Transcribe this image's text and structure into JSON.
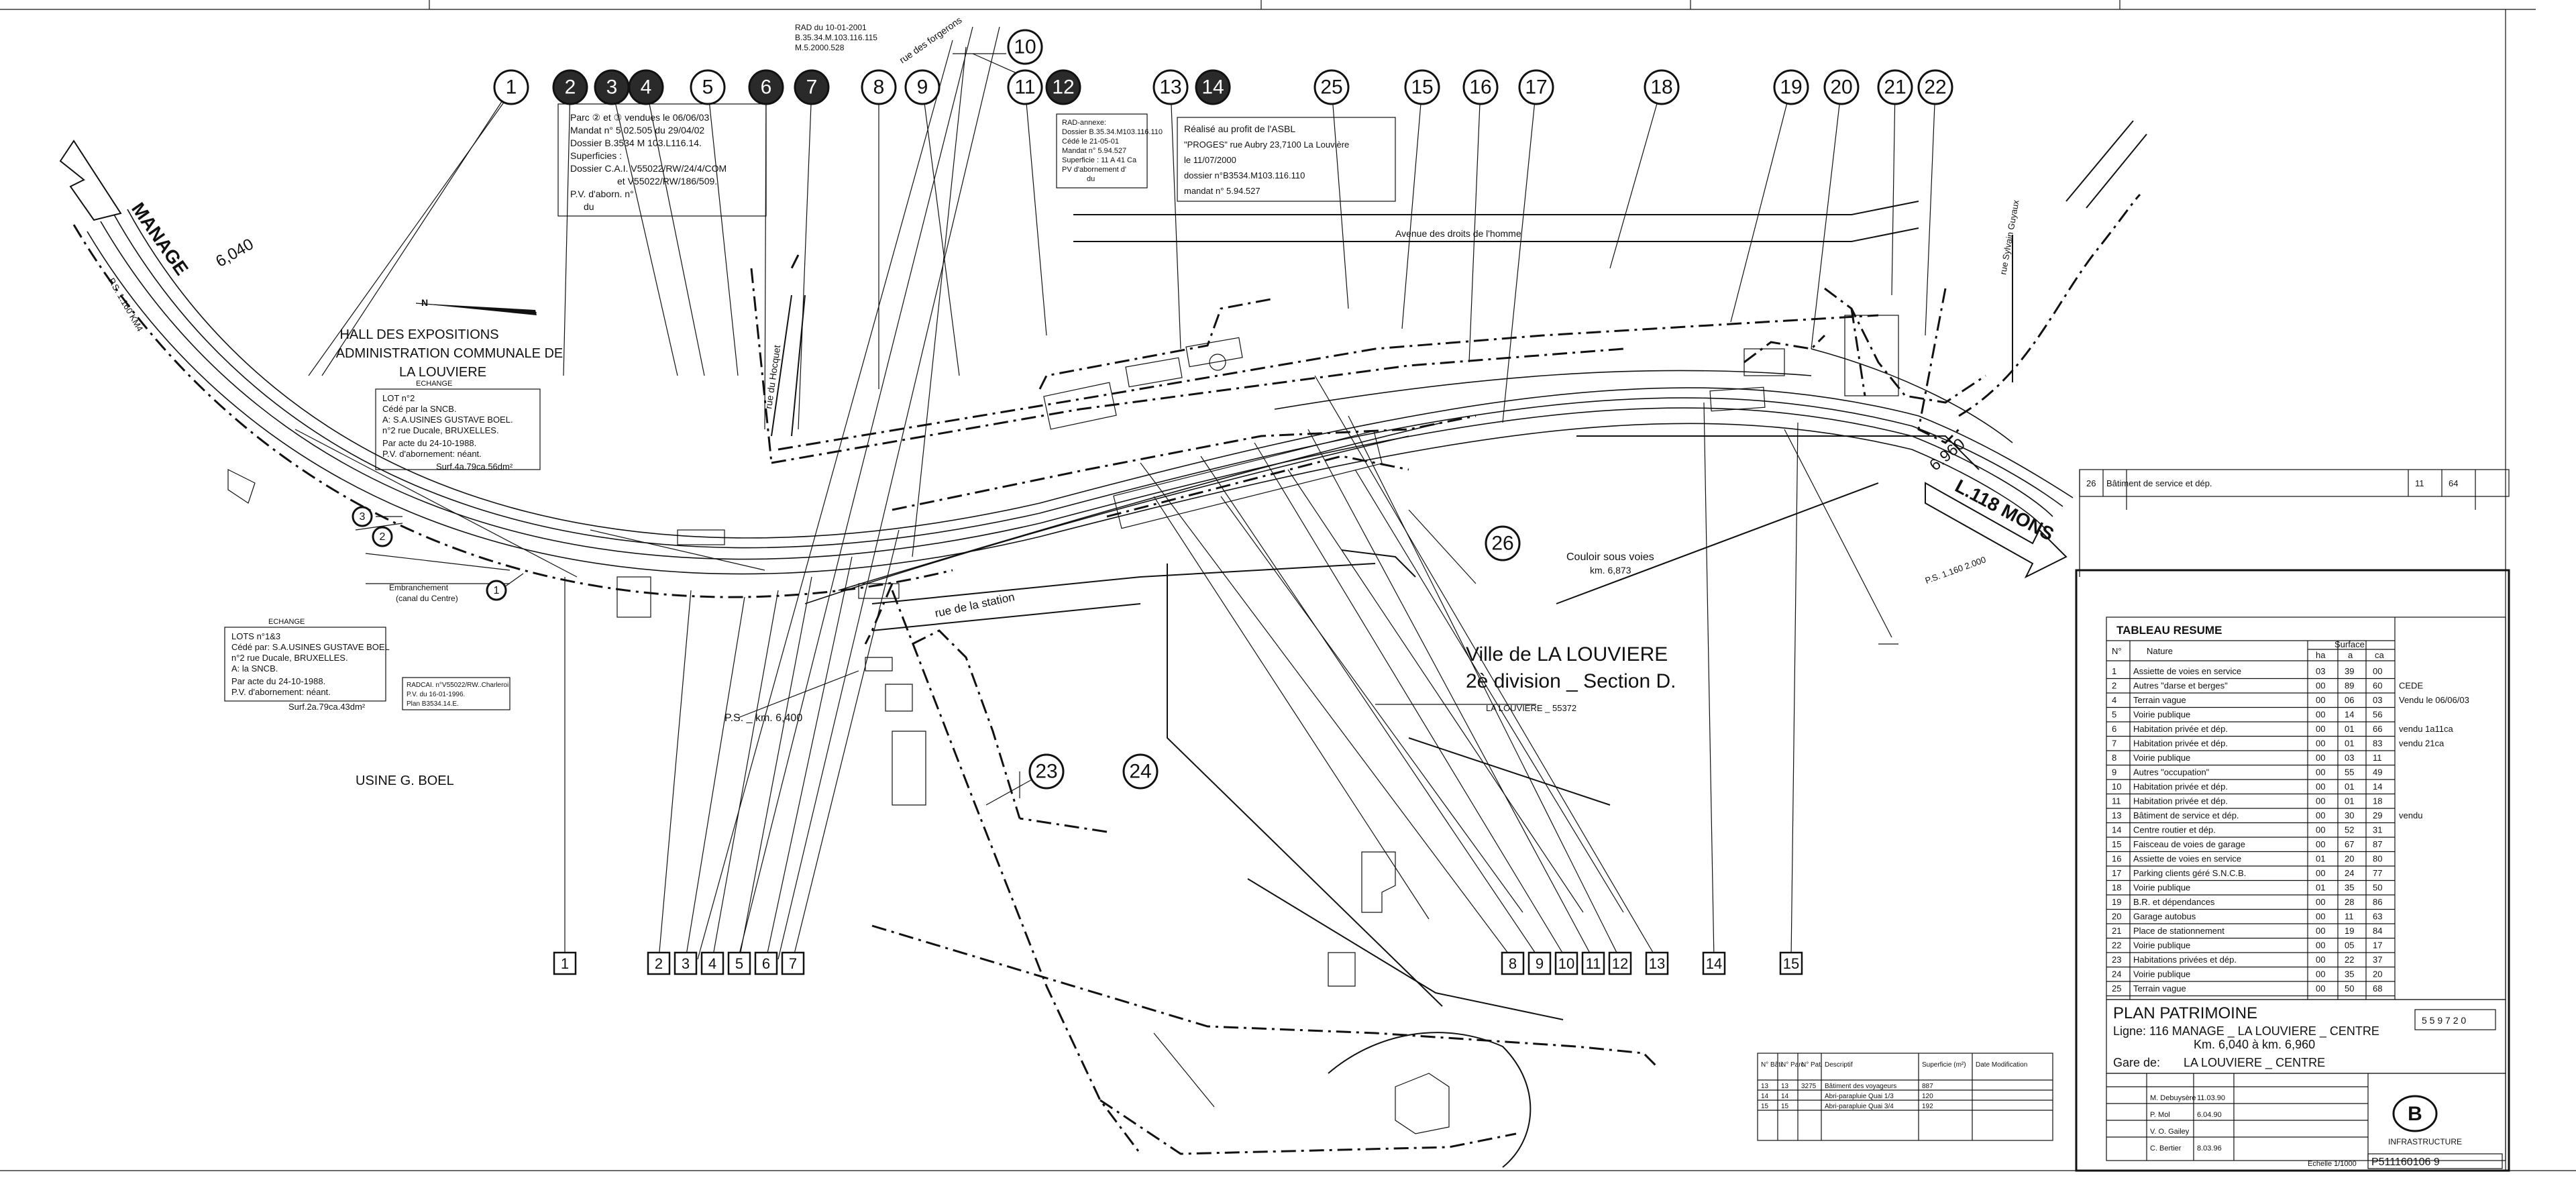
{
  "sheet": {
    "orientation_text": "N",
    "direction_manage": "MANAGE",
    "km_start": "6,040",
    "km_end": "6.960",
    "direction_mons": "L.118 MONS",
    "ps_left": "P.S. 1.160 KM4",
    "ps_right": "P.S. 1.160 2.000"
  },
  "places": {
    "hall": [
      "HALL DES EXPOSITIONS",
      "ADMINISTRATION COMMUNALE DE",
      "LA LOUVIERE"
    ],
    "usine": "USINE G. BOEL",
    "ville": [
      "Ville de LA LOUVIERE",
      "2è division _ Section D.",
      "LA LOUVIERE _ 55372"
    ],
    "street_station": "rue de la station",
    "street_hocquet": "rue du Hocquet",
    "street_forgerons": "rue des forgerons",
    "street_avenue": "Avenue des droits de l'homme",
    "street_guyaux": "rue Sylvain Guyaux",
    "embranchement": [
      "Embranchement",
      "(canal du Centre)"
    ],
    "couloir": [
      "Couloir sous voies",
      "km. 6,873"
    ],
    "ps_km": "P.S. _ km. 6,400"
  },
  "callouts": {
    "top_left": [
      "Parc ② et ③ vendues le 06/06/03",
      "Mandat n° 5.02.505 du 29/04/02",
      "Dossier B.3534 M 103.L116.14.",
      "Superficies :",
      "Dossier C.A.I. V55022/RW/24/4/COM",
      "et V55022/RW/186/509.",
      "P.V. d'aborn. n°",
      "du"
    ],
    "rad": [
      "RAD du 10-01-2001",
      "B.35.34.M.103.116.115",
      "M.5.2000.528"
    ],
    "center": [
      "RAD-annexe:",
      "Dossier B.35.34.M103.116.110",
      "Cédé le 21-05-01",
      "Mandat n° 5.94.527",
      "Superficie : 11 A 41 Ca",
      "PV d'abornement d'",
      "du"
    ],
    "progres": [
      "Réalisé au profit de l'ASBL",
      "\"PROGES\" rue Aubry 23,7100 La Louvière",
      "le 11/07/2000",
      "dossier n°B3534.M103.116.110",
      "mandat n° 5.94.527"
    ],
    "lot2": [
      "LOT n°2",
      "Cédé par la SNCB.",
      "A: S.A.USINES GUSTAVE BOEL.",
      "n°2 rue Ducale, BRUXELLES.",
      "Par acte du 24-10-1988.",
      "P.V. d'abornement: néant.",
      "Surf.4a.79ca.56dm²"
    ],
    "lots1_3": [
      "LOTS n°1&3",
      "Cédé par: S.A.USINES GUSTAVE BOEL",
      "n°2 rue Ducale, BRUXELLES.",
      "A: la SNCB.",
      "Par acte du 24-10-1988.",
      "P.V. d'abornement: néant.",
      "Surf.2a.79ca.43dm²"
    ],
    "echange": "ECHANGE",
    "radcai": [
      "RADCAI. n°V55022/RW..Charleroi",
      "P.V. du 16-01-1996.",
      "Plan B3534.14.E."
    ]
  },
  "circle_markers": [
    {
      "label": "1",
      "dark": false
    },
    {
      "label": "2",
      "dark": true
    },
    {
      "label": "3",
      "dark": true
    },
    {
      "label": "4",
      "dark": true
    },
    {
      "label": "5",
      "dark": false
    },
    {
      "label": "6",
      "dark": true
    },
    {
      "label": "7",
      "dark": true
    },
    {
      "label": "8",
      "dark": false
    },
    {
      "label": "9",
      "dark": false
    },
    {
      "label": "10",
      "dark": false
    },
    {
      "label": "11",
      "dark": false
    },
    {
      "label": "12",
      "dark": true
    },
    {
      "label": "13",
      "dark": false
    },
    {
      "label": "14",
      "dark": true
    },
    {
      "label": "25",
      "dark": false
    },
    {
      "label": "15",
      "dark": false
    },
    {
      "label": "16",
      "dark": false
    },
    {
      "label": "17",
      "dark": false
    },
    {
      "label": "18",
      "dark": false
    },
    {
      "label": "19",
      "dark": false
    },
    {
      "label": "20",
      "dark": false
    },
    {
      "label": "21",
      "dark": false
    },
    {
      "label": "22",
      "dark": false
    },
    {
      "label": "23",
      "dark": false
    },
    {
      "label": "24",
      "dark": false
    },
    {
      "label": "26",
      "dark": false
    }
  ],
  "bottom_markers": [
    "1",
    "2",
    "3",
    "4",
    "5",
    "6",
    "7",
    "8",
    "9",
    "10",
    "11",
    "12",
    "13",
    "14",
    "15"
  ],
  "small_circles": [
    "1",
    "2",
    "3"
  ],
  "summary_table": {
    "title": "TABLEAU RESUME",
    "header": [
      "N°",
      "Nature",
      "Surface"
    ],
    "units": [
      "ha",
      "a",
      "ca"
    ],
    "rows": [
      {
        "n": "1",
        "nature": "Assiette de voies en service",
        "s": [
          "03",
          "39",
          "00"
        ],
        "note": ""
      },
      {
        "n": "2",
        "nature": "Autres \"darse et berges\"",
        "s": [
          "00",
          "89",
          "60"
        ],
        "note": "CEDE"
      },
      {
        "n": "4",
        "nature": "Terrain vague",
        "s": [
          "00",
          "06",
          "03"
        ],
        "note": "Vendu le 06/06/03"
      },
      {
        "n": "5",
        "nature": "Voirie publique",
        "s": [
          "00",
          "14",
          "56"
        ],
        "note": ""
      },
      {
        "n": "6",
        "nature": "Habitation privée et dép.",
        "s": [
          "00",
          "01",
          "66"
        ],
        "note": "vendu 1a11ca"
      },
      {
        "n": "7",
        "nature": "Habitation privée et dép.",
        "s": [
          "00",
          "01",
          "83"
        ],
        "note": "vendu 21ca"
      },
      {
        "n": "8",
        "nature": "Voirie publique",
        "s": [
          "00",
          "03",
          "11"
        ],
        "note": ""
      },
      {
        "n": "9",
        "nature": "Autres \"occupation\"",
        "s": [
          "00",
          "55",
          "49"
        ],
        "note": ""
      },
      {
        "n": "10",
        "nature": "Habitation privée et dép.",
        "s": [
          "00",
          "01",
          "14"
        ],
        "note": ""
      },
      {
        "n": "11",
        "nature": "Habitation privée et dép.",
        "s": [
          "00",
          "01",
          "18"
        ],
        "note": ""
      },
      {
        "n": "13",
        "nature": "Bâtiment de service et dép.",
        "s": [
          "00",
          "30",
          "29"
        ],
        "note": "vendu"
      },
      {
        "n": "14",
        "nature": "Centre routier et dép.",
        "s": [
          "00",
          "52",
          "31"
        ],
        "note": ""
      },
      {
        "n": "15",
        "nature": "Faisceau de voies de garage",
        "s": [
          "00",
          "67",
          "87"
        ],
        "note": ""
      },
      {
        "n": "16",
        "nature": "Assiette de voies en service",
        "s": [
          "01",
          "20",
          "80"
        ],
        "note": ""
      },
      {
        "n": "17",
        "nature": "Parking clients géré S.N.C.B.",
        "s": [
          "00",
          "24",
          "77"
        ],
        "note": ""
      },
      {
        "n": "18",
        "nature": "Voirie publique",
        "s": [
          "01",
          "35",
          "50"
        ],
        "note": ""
      },
      {
        "n": "19",
        "nature": "B.R. et dépendances",
        "s": [
          "00",
          "28",
          "86"
        ],
        "note": ""
      },
      {
        "n": "20",
        "nature": "Garage autobus",
        "s": [
          "00",
          "11",
          "63"
        ],
        "note": ""
      },
      {
        "n": "21",
        "nature": "Place de stationnement",
        "s": [
          "00",
          "19",
          "84"
        ],
        "note": ""
      },
      {
        "n": "22",
        "nature": "Voirie publique",
        "s": [
          "00",
          "05",
          "17"
        ],
        "note": ""
      },
      {
        "n": "23",
        "nature": "Habitations privées et dép.",
        "s": [
          "00",
          "22",
          "37"
        ],
        "note": ""
      },
      {
        "n": "24",
        "nature": "Voirie publique",
        "s": [
          "00",
          "35",
          "20"
        ],
        "note": ""
      },
      {
        "n": "25",
        "nature": "Terrain vague",
        "s": [
          "00",
          "50",
          "68"
        ],
        "note": ""
      }
    ],
    "extra_row": {
      "n": "26",
      "nature": "Bâtiment de service et dép.",
      "s": [
        "11",
        "64"
      ]
    }
  },
  "modif_table": {
    "header": [
      "N° Bâti.",
      "N° Parc.",
      "N° Pat.",
      "Descriptif",
      "Superficie (m²)",
      "Date Modification"
    ],
    "rows": [
      [
        "13",
        "13",
        "3275",
        "Bâtiment des voyageurs",
        "887",
        ""
      ],
      [
        "14",
        "14",
        "",
        "Abri-parapluie Quai 1/3",
        "120",
        ""
      ],
      [
        "15",
        "15",
        "",
        "Abri-parapluie Quai 3/4",
        "192",
        ""
      ]
    ]
  },
  "title_block": {
    "title": "PLAN PATRIMOINE",
    "line": "Ligne: 116  MANAGE _ LA LOUVIERE _ CENTRE",
    "km": "Km. 6,040 à km. 6,960",
    "gare_label": "Gare de:",
    "gare": "LA LOUVIERE _ CENTRE",
    "code": "5 5 9 7 2 0",
    "names": [
      "M. Debuysère",
      "P. Mol",
      "V. O. Gailey",
      "C. Bertier"
    ],
    "dates": [
      "11.03.90",
      "6.04.90",
      "8.03.96"
    ],
    "infra": "INFRASTRUCTURE",
    "echelle": "Echelle 1/1000",
    "plan_no": "P511160106 9",
    "logo": "B"
  }
}
